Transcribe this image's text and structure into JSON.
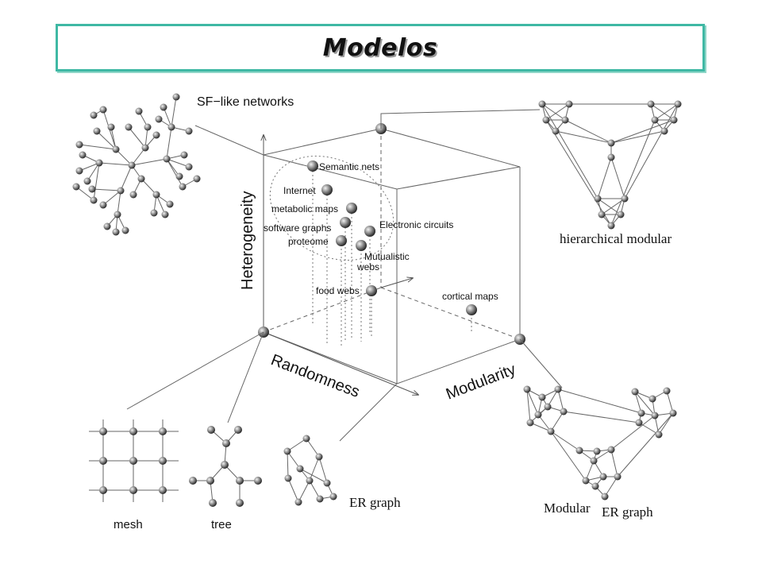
{
  "title": "Modelos",
  "axes": {
    "heterogeneity": "Heterogeneity",
    "randomness": "Randomness",
    "modularity": "Modularity"
  },
  "network_types": {
    "sf_like": "SF−like networks",
    "hierarchical_modular": "hierarchical modular",
    "mesh": "mesh",
    "tree": "tree",
    "er_graph": "ER graph",
    "modular": "Modular",
    "modular_er_graph": "ER graph"
  },
  "points": {
    "semantic_nets": "Semantic nets",
    "internet": "Internet",
    "metabolic_maps": "metabolic maps",
    "software_graphs": "software graphs",
    "proteome": "proteome",
    "electronic_circuits": "Electronic circuits",
    "mutualistic": "Mutualistic",
    "webs": "webs",
    "food_webs": "food webs",
    "cortical_maps": "cortical maps"
  },
  "colors": {
    "frame_border": "#3fb8a4",
    "node_fill": "#8a8a8a",
    "line": "#555555"
  }
}
